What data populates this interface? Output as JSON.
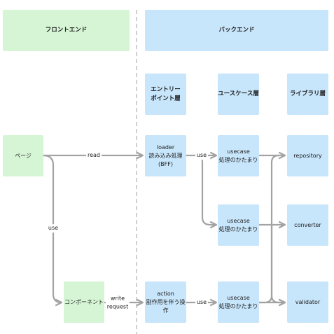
{
  "headers": {
    "frontend": "フロントエンド",
    "backend": "バックエンド"
  },
  "layers": {
    "entry": [
      "エントリー",
      "ポイント層"
    ],
    "usecase": "ユースケース層",
    "library": "ライブラリ層"
  },
  "nodes": {
    "page": "ページ",
    "component": "コンポーネント",
    "loader": [
      "loader",
      "読み込み処理(BFF)"
    ],
    "action": [
      "action",
      "副作用を伴う操作"
    ],
    "usecase1": [
      "usecase",
      "処理のかたまり"
    ],
    "usecase2": [
      "usecase",
      "処理のかたまり"
    ],
    "usecase3": [
      "usecase",
      "処理のかたまり"
    ],
    "repository": "repository",
    "converter": "converter",
    "validator": "validator"
  },
  "edges": {
    "read": "read",
    "use_page": "use",
    "write_request": [
      "write",
      "request"
    ],
    "use_loader": "use",
    "use_action": "use"
  },
  "colors": {
    "frontend": "#d5f5d5",
    "backend": "#c7e5fb",
    "line": "#a3a3a3",
    "divider": "#b0b0b0"
  }
}
